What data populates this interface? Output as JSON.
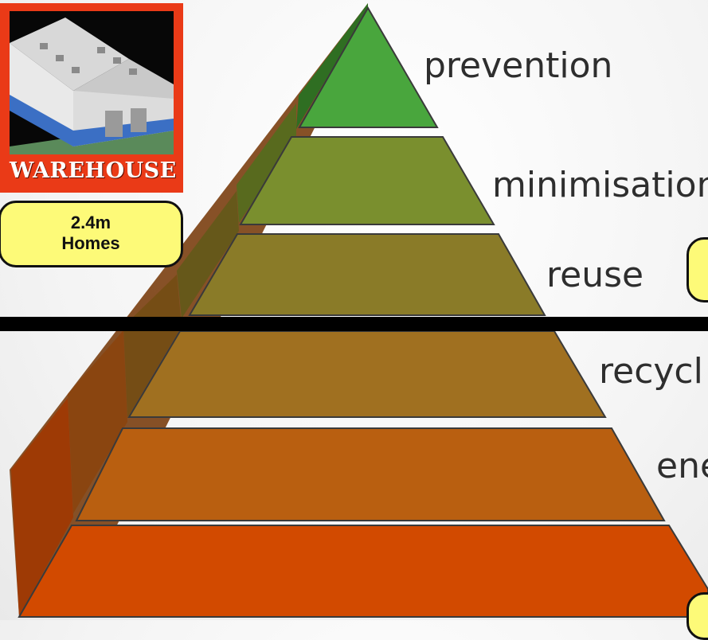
{
  "pyramid_levels": [
    {
      "label": "prevention",
      "color": "#49a63d"
    },
    {
      "label": "minimisation",
      "color": "#7a8f2e"
    },
    {
      "label": "reuse",
      "color": "#8a7b28"
    },
    {
      "label": "recycl",
      "color": "#a07020"
    },
    {
      "label": "ene",
      "color": "#b95f10"
    },
    {
      "label": "",
      "color": "#d24a00"
    }
  ],
  "warehouse": {
    "label": "WAREHOUSE",
    "stat": "2.4m",
    "stat_unit": "Homes"
  },
  "callout_colors": {
    "fill": "#fdfa78",
    "border": "#111111"
  }
}
